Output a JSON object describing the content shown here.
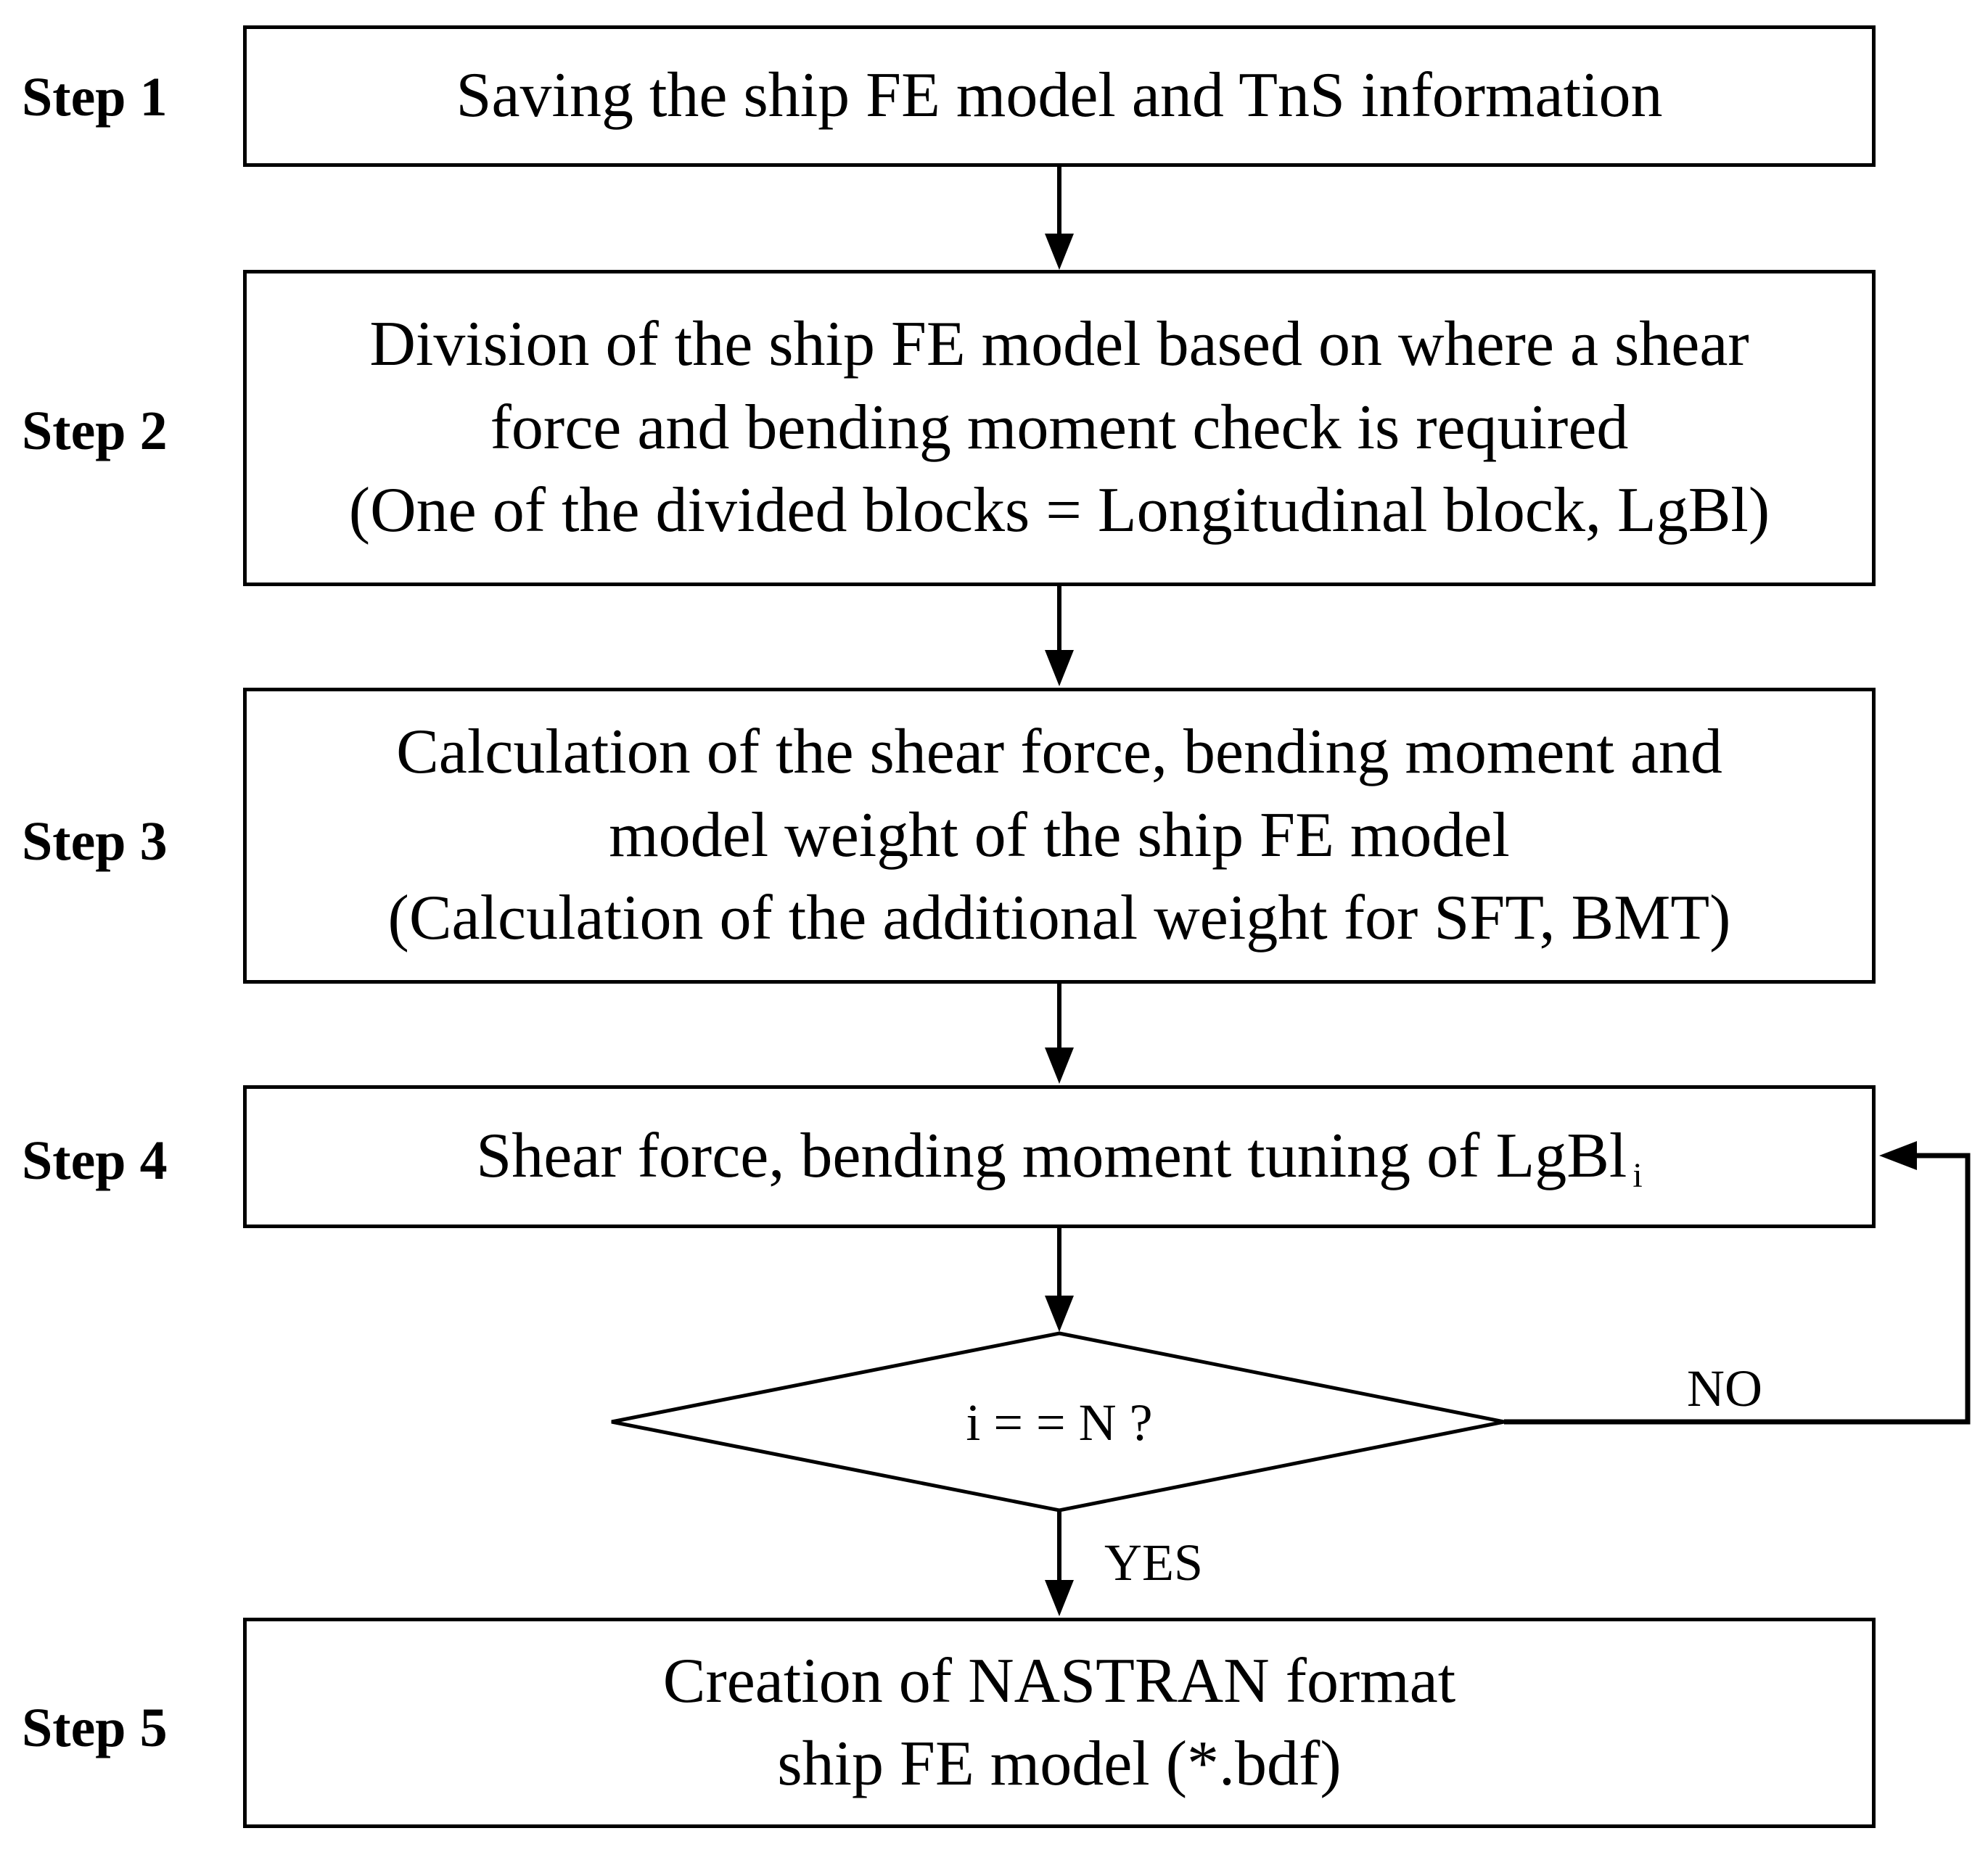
{
  "steps": [
    {
      "label": "Step 1",
      "lines": [
        "Saving the ship FE model and TnS information"
      ]
    },
    {
      "label": "Step 2",
      "lines": [
        "Division of the ship FE model based on where a shear",
        "force and bending moment check is required",
        "(One of the divided blocks = Longitudinal block, LgBl)"
      ]
    },
    {
      "label": "Step 3",
      "lines": [
        "Calculation of the shear force, bending moment and",
        "model weight of the ship FE model",
        "(Calculation of the additional weight for SFT, BMT)"
      ]
    },
    {
      "label": "Step 4",
      "lines": [
        "Shear force, bending moment tuning of LgBl"
      ],
      "subscript": "i"
    },
    {
      "label": "Step 5",
      "lines": [
        "Creation of NASTRAN format",
        "ship FE model (*.bdf)"
      ]
    }
  ],
  "decision": {
    "text": "i = = N ?",
    "no_label": "NO",
    "yes_label": "YES"
  }
}
